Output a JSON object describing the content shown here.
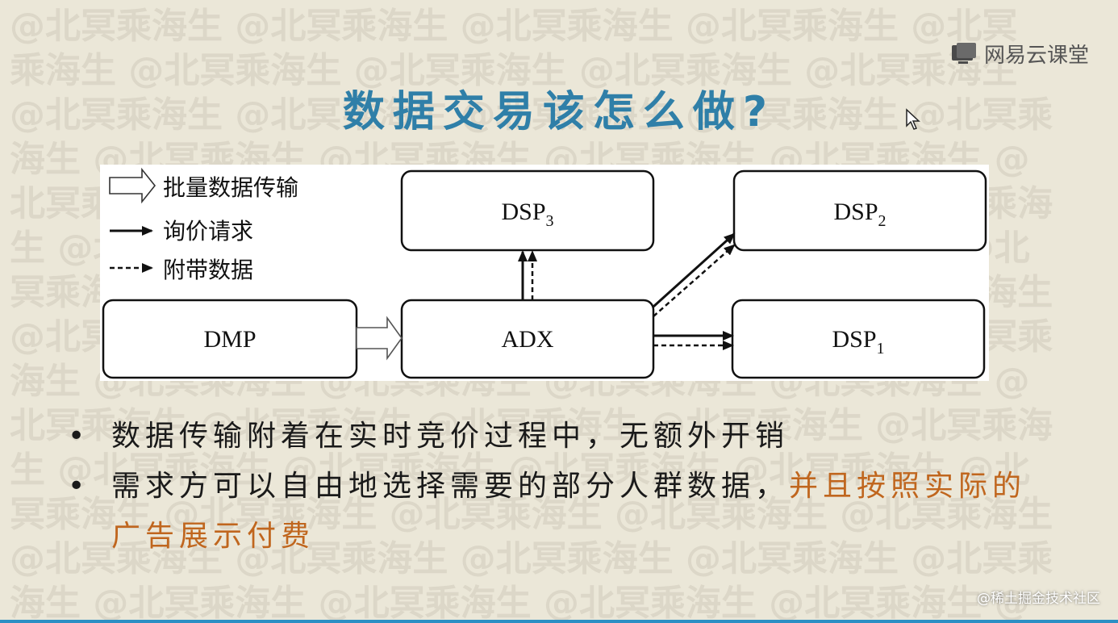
{
  "watermark": {
    "lines": [
      "@北冥乘海生 @北冥乘海生 @北冥乘海生 @北冥乘海生 @北冥",
      "乘海生 @北冥乘海生 @北冥乘海生 @北冥乘海生 @北冥乘海生",
      "@北冥乘海生 @北冥乘海生 @北冥乘海生 @北冥乘海生 @北冥乘",
      "海生 @北冥乘海生 @北冥乘海生 @北冥乘海生 @北冥乘海生 @",
      "北冥乘海生 @北冥乘海生 @北冥乘海生 @北冥乘海生 @北冥乘海",
      "生 @北冥乘海生 @北冥乘海生 @北冥乘海生 @北冥乘海生 @北",
      "冥乘海生 @北冥乘海生 @北冥乘海生 @北冥乘海生 @北冥乘海生",
      "@北冥乘海生 @北冥乘海生 @北冥乘海生 @北冥乘海生 @北冥乘",
      "海生 @北冥乘海生 @北冥乘海生 @北冥乘海生 @北冥乘海生 @",
      "北冥乘海生 @北冥乘海生 @北冥乘海生 @北冥乘海生 @北冥乘海",
      "生 @北冥乘海生 @北冥乘海生 @北冥乘海生 @北冥乘海生 @北",
      "冥乘海生 @北冥乘海生 @北冥乘海生 @北冥乘海生 @北冥乘海生",
      "@北冥乘海生 @北冥乘海生 @北冥乘海生 @北冥乘海生 @北冥乘",
      "海生 @北冥乘海生 @北冥乘海生 @北冥乘海生 @北冥乘海生 @"
    ]
  },
  "brand": {
    "name": "网易云课堂",
    "icon": "screen-icon"
  },
  "slide": {
    "title": "数据交易该怎么做?",
    "title_color": "#2f7fa8"
  },
  "diagram": {
    "legend": {
      "bulk_transfer": "批量数据传输",
      "bid_request": "询价请求",
      "attached_data": "附带数据"
    },
    "nodes": {
      "dmp": "DMP",
      "adx": "ADX",
      "dsp_base": "DSP",
      "dsp1_sub": "1",
      "dsp2_sub": "2",
      "dsp3_sub": "3"
    }
  },
  "bullets": [
    {
      "text": "数据传输附着在实时竞价过程中，无额外开销",
      "highlight": ""
    },
    {
      "text": "需求方可以自由地选择需要的部分人群数据，",
      "highlight": "并且按照实际的广告展示付费"
    }
  ],
  "colors": {
    "background": "#ebe7d8",
    "highlight": "#c0661e",
    "bottom_bar": "#2c8fc4"
  },
  "footer": {
    "source": "@稀土掘金技术社区"
  }
}
